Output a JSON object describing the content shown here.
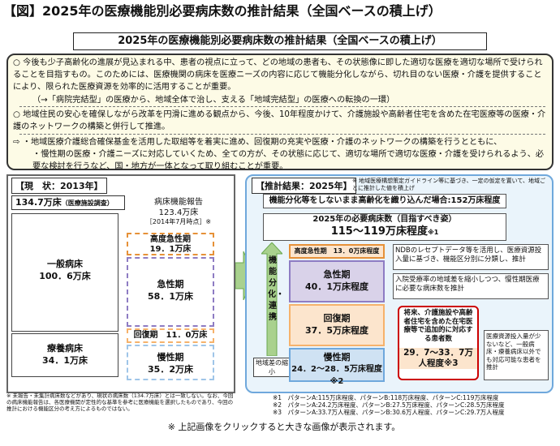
{
  "figure_title": "【図】2025年の医療機能別必要病床数の推計結果（全国ベースの積上げ）",
  "subtitle": "2025年の医療機能別必要病床数の推計結果（全国ベースの積上げ）",
  "policy": {
    "p1": "今後も少子高齢化の進展が見込まれる中、患者の視点に立って、どの地域の患者も、その状態像に即した適切な医療を適切な場所で受けられることを目指すもの。このためには、医療機関の病床を医療ニーズの内容に応じて機能分化しながら、切れ目のない医療・介護を提供することにより、限られた医療資源を効率的に活用することが重要。",
    "p1_sub": "（→「病院完結型」の医療から、地域全体で治し、支える「地域完結型」の医療への転換の一環）",
    "p2": "地域住民の安心を確保しながら改革を円滑に進める観点から、今後、10年程度かけて、介護施設や高齢者住宅を含めた在宅医療等の医療・介護のネットワークの構築と併行して推進。",
    "p3a": "地域医療介護総合確保基金を活用した取組等を着実に進め、回復期の充実や医療・介護のネットワークの構築を行うとともに、",
    "p3b": "慢性期の医療・介護ニーズに対応していくため、全ての方が、その状態に応じて、適切な場所で適切な医療・介護を受けられるよう、必要な検討を行うなど、国・地方が一体となって取り組むことが重要。"
  },
  "current": {
    "header": "【現　状：2013年】",
    "total": "134.7万床",
    "total_note": "（医療施設調査）",
    "general_label": "一般病床",
    "general_value": "100．6万床",
    "ryoyo_label": "療養病床",
    "ryoyo_value": "34．1万床",
    "report_title": "病床機能報告",
    "report_value": "123.4万床",
    "report_date": "［2014年7月時点］※",
    "kodo_label": "高度急性期",
    "kodo_value": "19．1万床",
    "kyusei_label": "急性期",
    "kyusei_value": "58．1万床",
    "kaifuku": "回復期　11．0万床",
    "mansei_label": "慢性期",
    "mansei_value": "35．2万床",
    "footnote": "※ 未報告・未集計病床数などがあり、現状の病床数（134.7万床）とは一致しない。なお、今回の病床機能報告は、各医療機関が定性的な基準を参考に医療機能を選択したものであり、今回の推計における機能区分の考え方によるものではない。"
  },
  "estimate": {
    "header": "【推計結果：2025年】",
    "header_note": "※ 地域医療構想策定ガイドライン等に基づき、一定の仮定を置いて、地域ごとに推計した値を積上げ",
    "no_change": "機能分化等をしないまま高齢化を織り込んだ場合:152万床程度",
    "target_title": "2025年の必要病床数（目指すべき姿）",
    "target_value": "115～119万床程度",
    "target_note": "※1",
    "arrow_text": "機能分化・連携",
    "kodo": "高度急性期　13．0万床程度",
    "kyusei_label": "急性期",
    "kyusei_value": "40．1万床程度",
    "kaifuku_label": "回復期",
    "kaifuku_value": "37．5万床程度",
    "mansei_label": "慢性期",
    "mansei_value": "24．2～28．5万床程度※2",
    "regional": "地域差の縮小",
    "ndb_note": "NDBのレセプトデータ等を活用し、医療資源投入量に基づき、機能区分別に分類し、推計",
    "inpatient_note": "入院受療率の地域差を縮小しつつ、慢性期医療に必要な病床数を推計",
    "home_care_title": "将来、介護施設や高齢者住宅を含めた在宅医療等で追加的に対応する患者数",
    "home_care_value": "29．7～33．7万人程度※3",
    "low_resource_note": "医療資源投入量が少ないなど、一般病床・療養病床以外でも対応可能な患者を推計",
    "notes": [
      "※1　パターンA:115万床程度、パターンB:118万床程度、パターンC:119万床程度",
      "※2　パターンA:24.2万床程度、パターンB:27.5万床程度、パターンC:28.5万床程度",
      "※3　パターンA:33.7万人程度、パターンB:30.6万人程度、パターンC:29.7万人程度"
    ]
  },
  "caption": "※ 上記画像をクリックすると大きな画像が表示されます。",
  "colors": {
    "kodo": "#e69138",
    "kyusei": "#8e7cc3",
    "kaifuku": "#f6b26b",
    "mansei": "#9fc5e8",
    "arrow": "#a9d18e"
  }
}
